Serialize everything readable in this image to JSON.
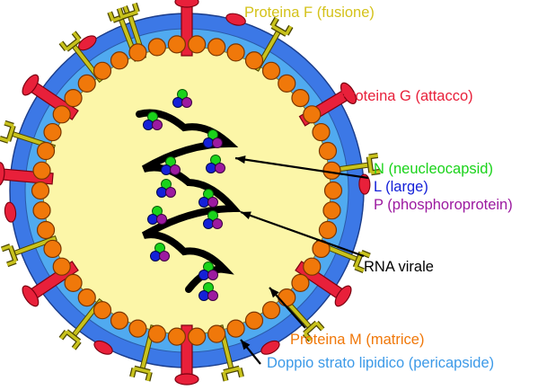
{
  "labels": {
    "fusion": "Proteina F  (fusione)",
    "attachment": "Proteina G (attacco)",
    "n_protein": "N (neucleocapsid)",
    "l_protein": "L (large)",
    "p_protein": "P (phosphoroprotein)",
    "rna": "RNA virale",
    "matrix": "Proteina M (matrice)",
    "envelope": "Doppio strato lipidico (pericapside)"
  },
  "colors": {
    "fusion_text": "#d4c21a",
    "fusion_protein": "#c8c21c",
    "attachment": "#e8203a",
    "n_protein": "#1ad31a",
    "l_protein": "#1420d8",
    "p_protein": "#9c1aa0",
    "rna": "#000000",
    "matrix": "#f0780a",
    "envelope_text": "#3c9ae8",
    "envelope_outer": "#3c78e6",
    "envelope_inner": "#50aaf0",
    "interior": "#fcf6a8"
  },
  "icons": {
    "fusion_protein": "fusion-protein-spike-icon",
    "attachment_protein": "attachment-protein-spike-icon",
    "matrix_protein": "matrix-protein-sphere-icon",
    "nucleoprotein": "nucleoprotein-ball-icon"
  }
}
